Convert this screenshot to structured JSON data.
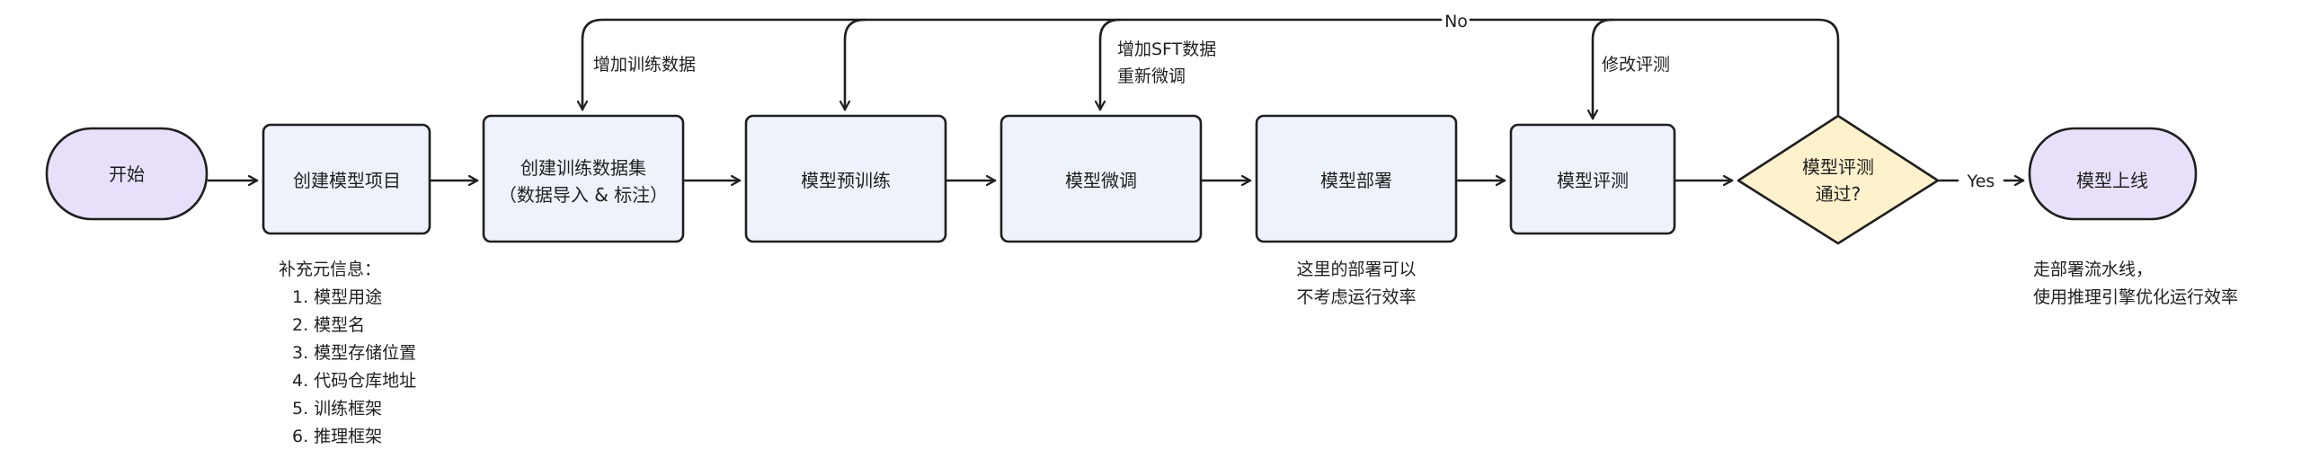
{
  "nodes": {
    "start": "开始",
    "create_project": "创建模型项目",
    "create_dataset_line1": "创建训练数据集",
    "create_dataset_line2": "（数据导入 & 标注）",
    "pretrain": "模型预训练",
    "finetune": "模型微调",
    "deploy": "模型部署",
    "evaluate": "模型评测",
    "decision_line1": "模型评测",
    "decision_line2": "通过?",
    "online": "模型上线"
  },
  "edges": {
    "no": "No",
    "yes": "Yes",
    "add_training_data": "增加训练数据",
    "add_sft_line1": "增加SFT数据",
    "add_sft_line2": "重新微调",
    "modify_eval": "修改评测"
  },
  "notes": {
    "project_info": [
      "补充元信息：",
      "1. 模型用途",
      "2. 模型名",
      "3. 模型存储位置",
      "4. 代码仓库地址",
      "5. 训练框架",
      "6. 推理框架"
    ],
    "deploy_note": [
      "这里的部署可以",
      "不考虑运行效率"
    ],
    "online_note": [
      "走部署流水线，",
      "使用推理引擎优化运行效率"
    ]
  },
  "colors": {
    "stroke": "#1f1f1f",
    "process_fill": "#eef3fb",
    "terminal_fill": "#e8e0fb",
    "decision_fill": "#fdf2cc"
  }
}
